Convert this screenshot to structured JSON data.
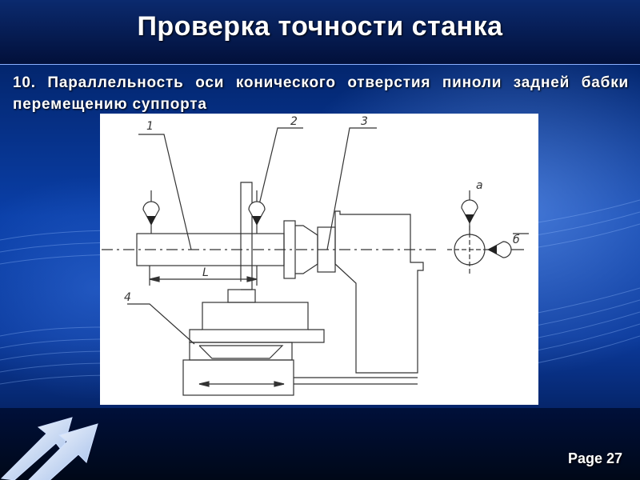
{
  "slide": {
    "title": "Проверка точности станка",
    "subtitle": "10. Параллельность оси конического отверстия пиноли задней бабки перемещению суппорта",
    "page_label": "Page 27"
  },
  "drawing": {
    "callouts": [
      "1",
      "2",
      "3",
      "4"
    ],
    "dimension_label": "L",
    "view_labels": [
      "а",
      "б"
    ]
  },
  "colors": {
    "background": "#0b3a9c",
    "title_bar": "#02103a",
    "text": "#ffffff",
    "drawing_bg": "#ffffff",
    "drawing_lines": "#333333"
  },
  "icons": {
    "logo": "double-arrow-logo-icon",
    "dial_indicator": "dial-indicator-icon"
  }
}
